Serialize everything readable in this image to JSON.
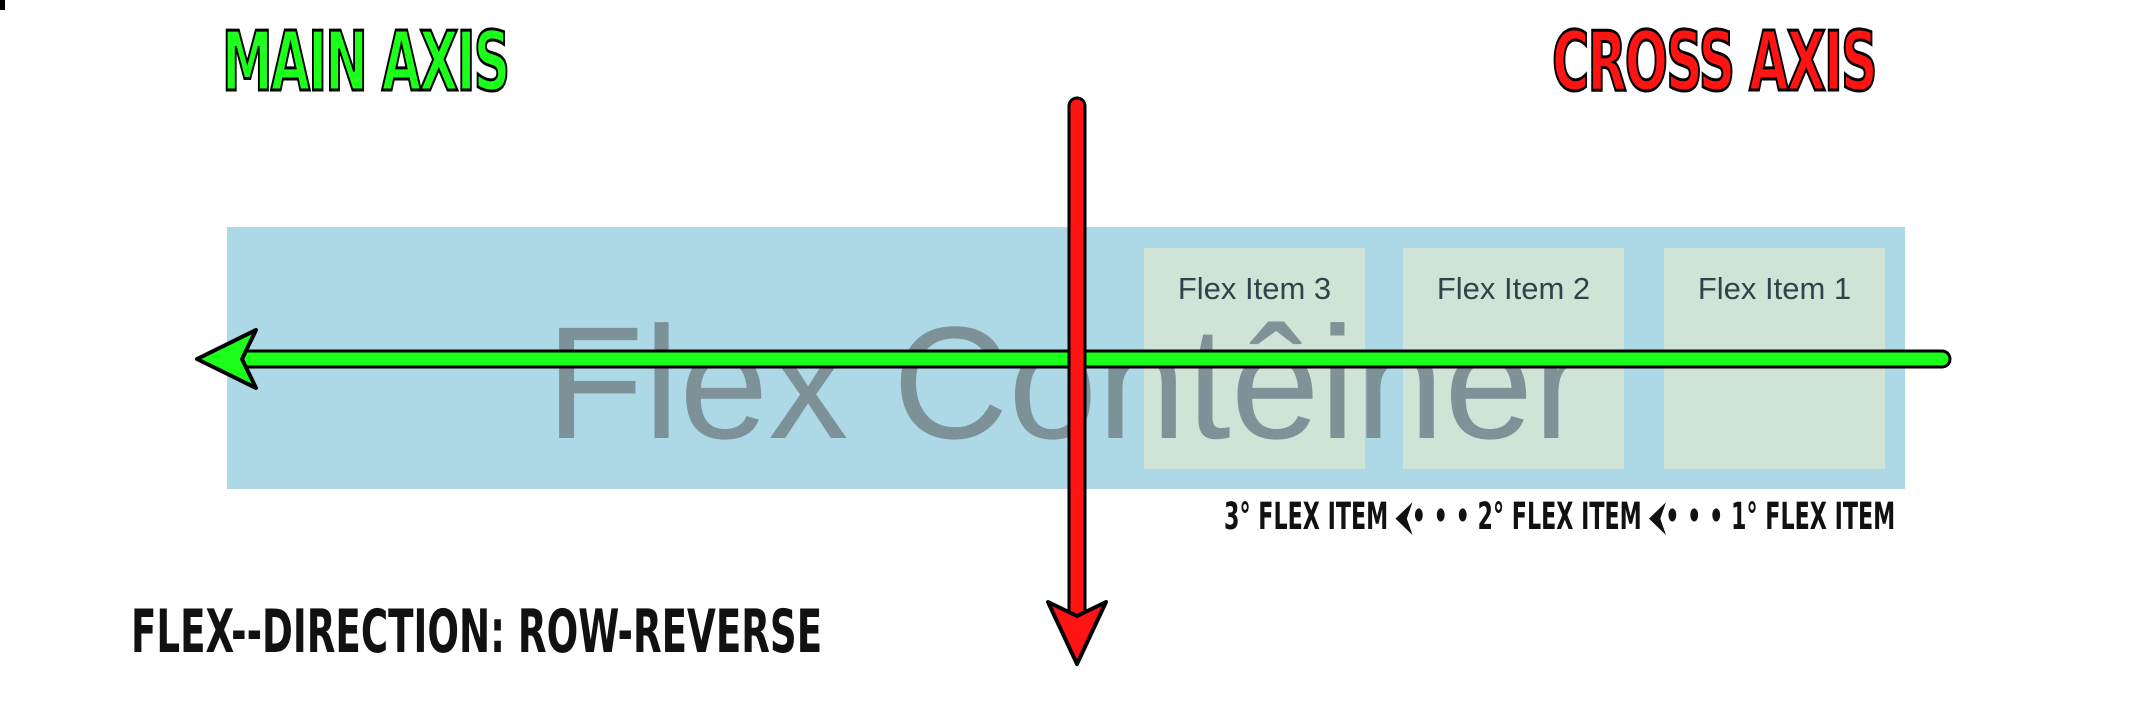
{
  "titles": {
    "main_axis": "MAIN AXIS",
    "cross_axis": "CROSS AXIS"
  },
  "container": {
    "label": "Flex Contêiner"
  },
  "items": [
    {
      "label": "Flex Item 3"
    },
    {
      "label": "Flex Item 2"
    },
    {
      "label": "Flex Item 1"
    }
  ],
  "order_note": "3° FLEX ITEM ⮜• • •  2° FLEX ITEM  ⮜• • •  1° FLEX ITEM",
  "direction_label": "FLEX--DIRECTION: ROW-REVERSE",
  "colors": {
    "main_axis": "#1bff1b",
    "cross_axis": "#ff1414",
    "container": "#add8e6",
    "item": "#d5e6d4"
  }
}
